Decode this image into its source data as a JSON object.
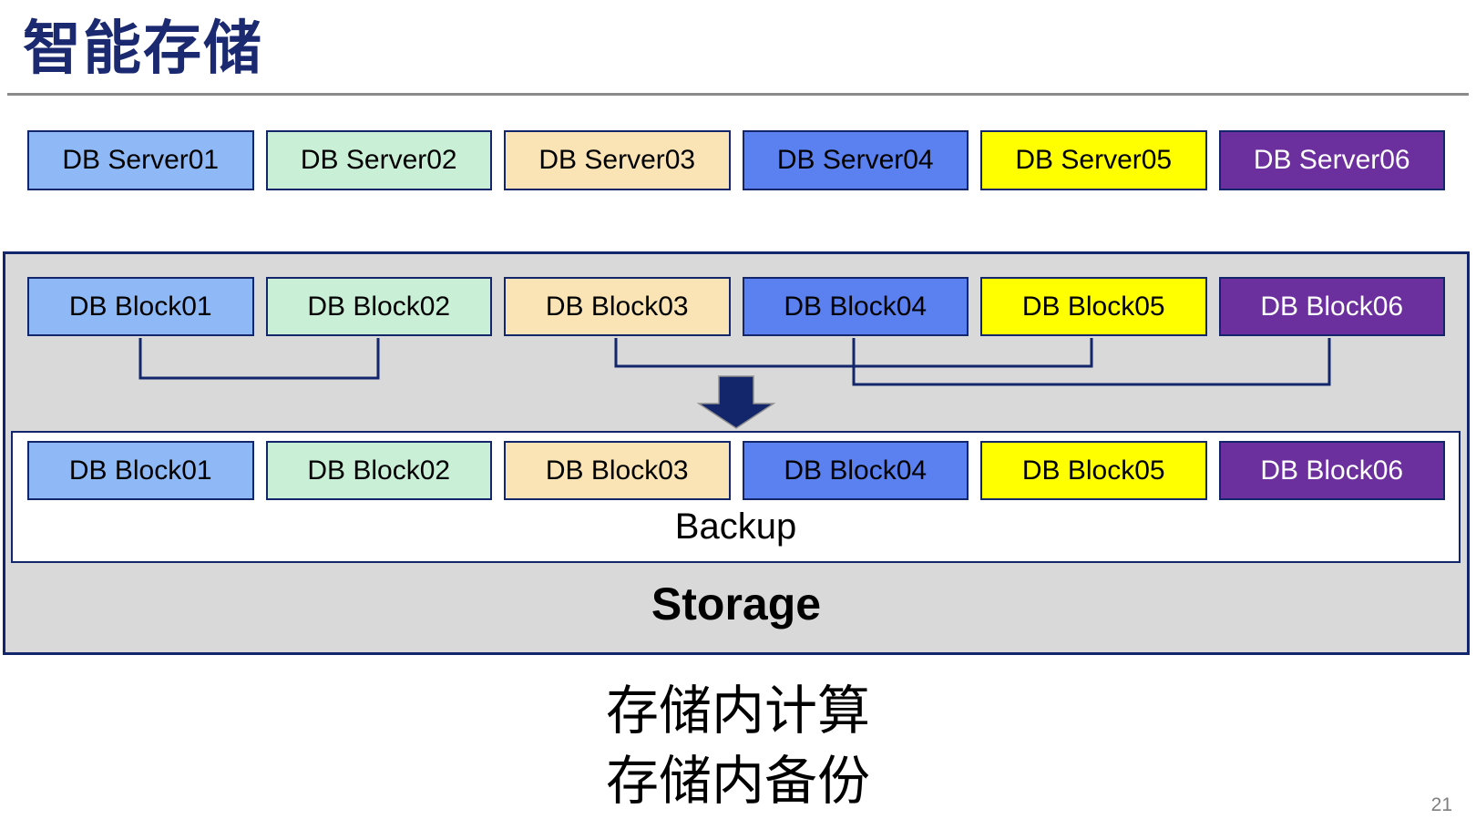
{
  "title": "智能存储",
  "servers": [
    {
      "label": "DB Server01",
      "fill": "#8EB9F6",
      "text_color": "#000000"
    },
    {
      "label": "DB Server02",
      "fill": "#C9F0D6",
      "text_color": "#000000"
    },
    {
      "label": "DB Server03",
      "fill": "#FAE3B4",
      "text_color": "#000000"
    },
    {
      "label": "DB Server04",
      "fill": "#5B80F0",
      "text_color": "#000000"
    },
    {
      "label": "DB Server05",
      "fill": "#FFFF00",
      "text_color": "#000000"
    },
    {
      "label": "DB Server06",
      "fill": "#6C2F9E",
      "text_color": "#FFFFFF"
    }
  ],
  "blocks_top": [
    {
      "label": "DB Block01",
      "fill": "#8EB9F6",
      "text_color": "#000000"
    },
    {
      "label": "DB Block02",
      "fill": "#C9F0D6",
      "text_color": "#000000"
    },
    {
      "label": "DB Block03",
      "fill": "#FAE3B4",
      "text_color": "#000000"
    },
    {
      "label": "DB Block04",
      "fill": "#5B80F0",
      "text_color": "#000000"
    },
    {
      "label": "DB Block05",
      "fill": "#FFFF00",
      "text_color": "#000000"
    },
    {
      "label": "DB Block06",
      "fill": "#6C2F9E",
      "text_color": "#FFFFFF"
    }
  ],
  "blocks_bottom": [
    {
      "label": "DB Block01",
      "fill": "#8EB9F6",
      "text_color": "#000000"
    },
    {
      "label": "DB Block02",
      "fill": "#C9F0D6",
      "text_color": "#000000"
    },
    {
      "label": "DB Block03",
      "fill": "#FAE3B4",
      "text_color": "#000000"
    },
    {
      "label": "DB Block04",
      "fill": "#5B80F0",
      "text_color": "#000000"
    },
    {
      "label": "DB Block05",
      "fill": "#FFFF00",
      "text_color": "#000000"
    },
    {
      "label": "DB Block06",
      "fill": "#6C2F9E",
      "text_color": "#FFFFFF"
    }
  ],
  "backup_label": "Backup",
  "storage_label": "Storage",
  "caption_lines": [
    "存储内计算",
    "存储内备份"
  ],
  "page_number": "21",
  "connectors": [
    {
      "from": "DB Block01",
      "to": "DB Block02"
    },
    {
      "from": "DB Block03",
      "to": "DB Block05"
    },
    {
      "from": "DB Block04",
      "to": "DB Block06"
    }
  ],
  "arrow": {
    "type": "down-arrow"
  },
  "colors": {
    "navy": "#13266B",
    "container_fill": "#D9D9D9",
    "divider": "#8A8A8A",
    "title": "#1B2A70",
    "page_number": "#7F7F7F"
  }
}
